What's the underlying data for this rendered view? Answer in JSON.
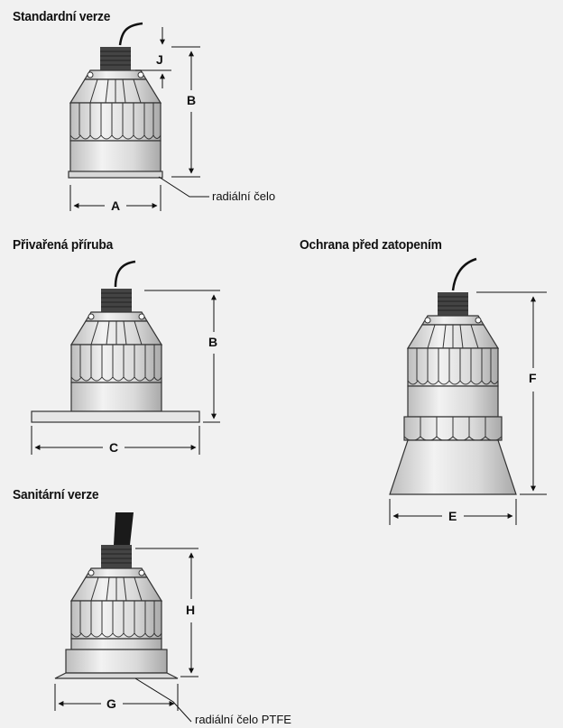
{
  "titles": {
    "standard": "Standardní verze",
    "welded": "Přivařená příruba",
    "flood": "Ochrana před zatopením",
    "sanitary": "Sanitární verze"
  },
  "dimensions": {
    "A": "A",
    "B": "B",
    "J": "J",
    "C": "C",
    "E": "E",
    "F": "F",
    "G": "G",
    "H": "H"
  },
  "notes": {
    "radial_face": "radiální čelo",
    "radial_face_ptfe": "radiální čelo PTFE"
  }
}
